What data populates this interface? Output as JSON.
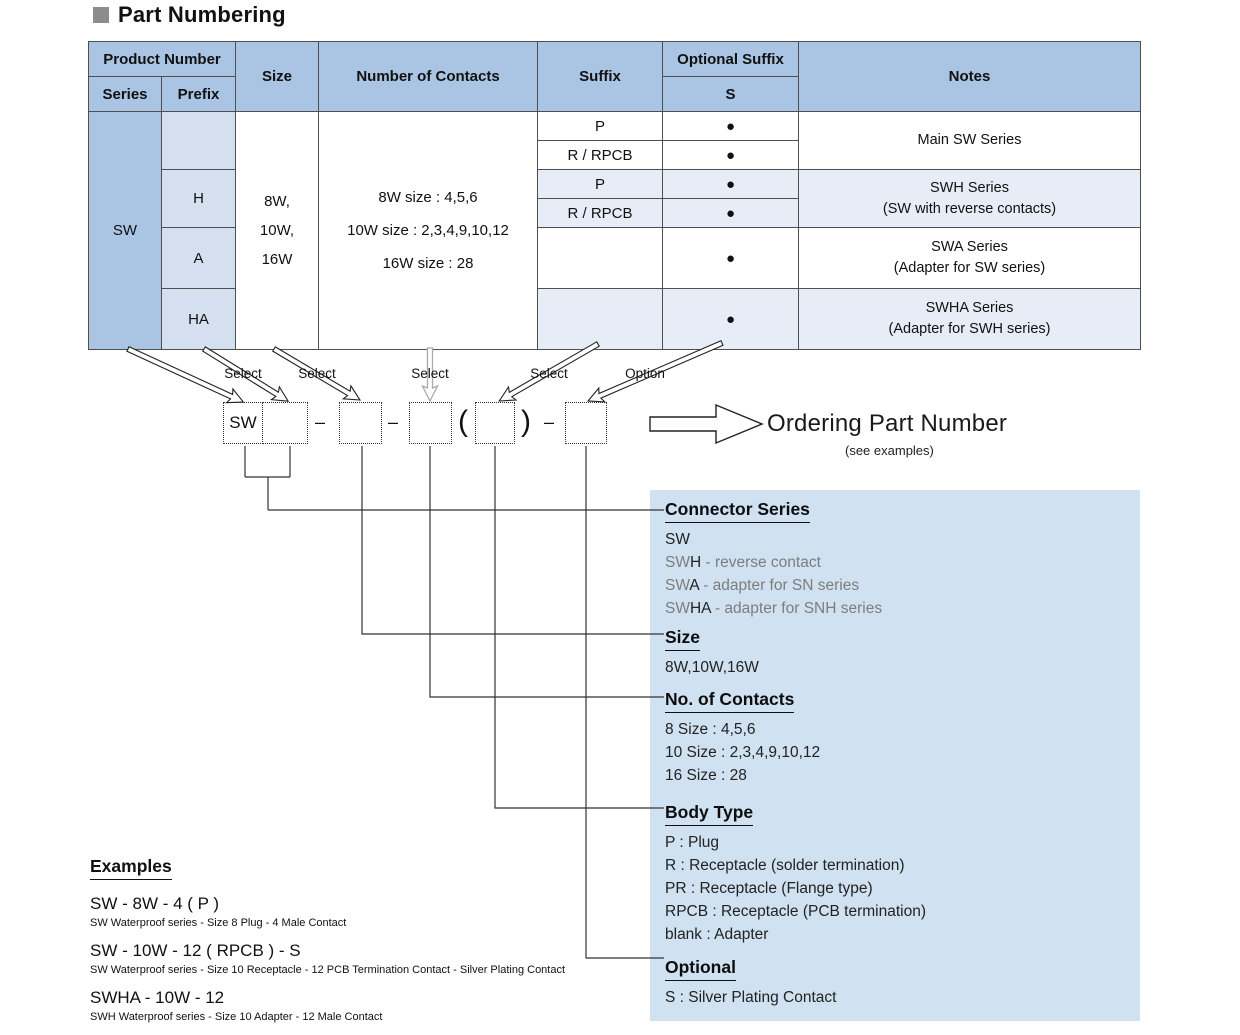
{
  "page": {
    "title": "Part Numbering"
  },
  "colors": {
    "header_blue": "#a9c5e3",
    "prefix_blue": "#d4e0ef",
    "row_blue": "#e7edf7",
    "panel_blue": "#d0e1f1",
    "arrow_gray": "#aaaaaa"
  },
  "table": {
    "headers": {
      "product_number": "Product Number",
      "series": "Series",
      "prefix": "Prefix",
      "size": "Size",
      "contacts": "Number of Contacts",
      "suffix": "Suffix",
      "optional_suffix": "Optional Suffix",
      "s": "S",
      "notes": "Notes"
    },
    "series": "SW",
    "prefixes": [
      "",
      "H",
      "A",
      "HA"
    ],
    "size_lines": [
      "8W,",
      "10W,",
      "16W"
    ],
    "contact_lines": [
      "8W size : 4,5,6",
      "10W size : 2,3,4,9,10,12",
      "16W size : 28"
    ],
    "suffixes": [
      "P",
      "R / RPCB",
      "P",
      "R / RPCB",
      "",
      ""
    ],
    "bullet": "●",
    "notes": [
      {
        "line1": "Main SW Series",
        "line2": ""
      },
      {
        "line1": "SWH Series",
        "line2": "(SW with reverse contacts)"
      },
      {
        "line1": "SWA Series",
        "line2": "(Adapter for SW series)"
      },
      {
        "line1": "SWHA Series",
        "line2": "(Adapter for SWH series)"
      }
    ]
  },
  "diagram": {
    "select_labels": [
      "Select",
      "Select",
      "Select",
      "Select",
      "Option"
    ],
    "series_box": "SW",
    "separators": {
      "dash1": "–",
      "dash2": "–",
      "paren_open": "(",
      "paren_close": ")",
      "dash3": "–"
    },
    "ordering": {
      "title": "Ordering Part Number",
      "note": "(see examples)"
    }
  },
  "panel": {
    "connector_series": {
      "heading": "Connector Series",
      "items": [
        {
          "gray1": "",
          "code": "SW",
          "gray2": ""
        },
        {
          "gray1": "SW",
          "code": "H",
          "gray2": " - reverse contact"
        },
        {
          "gray1": "SW",
          "code": "A",
          "gray2": " - adapter for SN series"
        },
        {
          "gray1": "SW",
          "code": "HA",
          "gray2": " - adapter for SNH series"
        }
      ]
    },
    "size": {
      "heading": "Size",
      "value": "8W,10W,16W"
    },
    "contacts": {
      "heading": "No. of Contacts",
      "items": [
        "8 Size : 4,5,6",
        "10 Size : 2,3,4,9,10,12",
        "16 Size : 28"
      ]
    },
    "body_type": {
      "heading": "Body Type",
      "items": [
        "P : Plug",
        "R : Receptacle (solder termination)",
        "PR : Receptacle (Flange type)",
        "RPCB : Receptacle (PCB termination)",
        "blank : Adapter"
      ]
    },
    "optional": {
      "heading": "Optional",
      "items": [
        "S : Silver Plating Contact"
      ]
    }
  },
  "examples": {
    "heading": "Examples",
    "items": [
      {
        "code": "SW - 8W - 4 ( P )",
        "desc": "SW Waterproof series - Size 8 Plug - 4 Male Contact"
      },
      {
        "code": "SW - 10W - 12 ( RPCB ) - S",
        "desc": "SW Waterproof series - Size 10 Receptacle - 12 PCB Termination Contact - Silver Plating Contact"
      },
      {
        "code": "SWHA - 10W - 12",
        "desc": "SWH Waterproof series - Size 10 Adapter - 12 Male Contact"
      }
    ]
  }
}
